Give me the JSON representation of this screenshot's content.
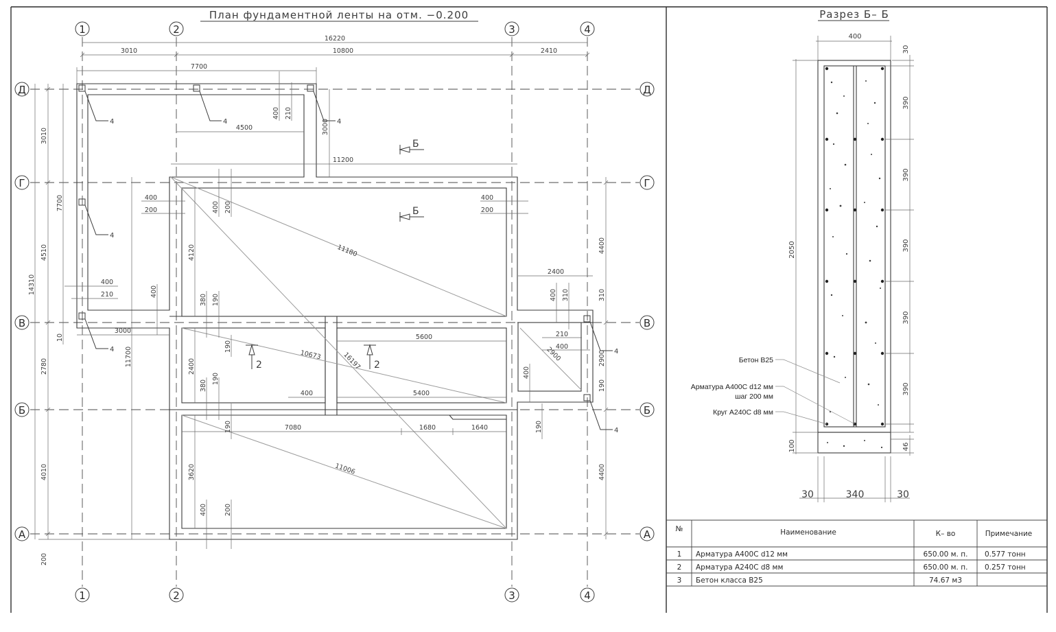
{
  "plan": {
    "title": "План фундаментной ленты на отм. −0.200",
    "axes_vertical": [
      "1",
      "2",
      "3",
      "4"
    ],
    "axes_horizontal": [
      "Д",
      "Г",
      "В",
      "Б",
      "А"
    ],
    "top_dims": {
      "overall": "16220",
      "d12": "3010",
      "d23": "10800",
      "d34": "2410",
      "d_7700": "7700"
    },
    "left_dims": {
      "d3010": "3010",
      "d7700": "7700",
      "d4510": "4510",
      "d14310": "14310",
      "d10": "10",
      "d2780": "2780",
      "d11700": "11700",
      "d4010": "4010",
      "d200": "200"
    },
    "right_dims": {
      "d4400a": "4400",
      "d310": "310",
      "d2900": "2900",
      "d190": "190",
      "d4400b": "4400"
    },
    "inner_dims": {
      "d4500": "4500",
      "d11200": "11200",
      "d3000a": "3000",
      "d400a": "400",
      "d210a": "210",
      "d400b": "400",
      "d200b": "200",
      "d400c": "400",
      "d200c": "200",
      "d400d": "400",
      "d200d": "200",
      "d11180": "11180",
      "d4120": "4120",
      "d2400a": "2400",
      "d400e": "400",
      "d310b": "310",
      "d400f": "400",
      "d210f": "210",
      "d400g": "400",
      "d3000b": "3000",
      "d380a": "380",
      "d190a": "190",
      "d5600": "5600",
      "d210h": "210",
      "d400h": "400",
      "d2900d": "2900",
      "d10673": "10673",
      "d16197": "16197",
      "d2400b": "2400",
      "d190b": "190",
      "d400i": "400",
      "d5400": "5400",
      "d400j": "400",
      "d380b": "380",
      "d190c": "190",
      "d190d": "190",
      "d7080": "7080",
      "d1680": "1680",
      "d1640": "1640",
      "d190e": "190",
      "d11006": "11006",
      "d3620": "3620",
      "d400k": "400",
      "d200k": "200"
    },
    "section_marks": {
      "b": "Б",
      "two": "2"
    },
    "callout": "4"
  },
  "section": {
    "title": "Разрез Б– Б",
    "dims": {
      "width": "400",
      "h30": "30",
      "h390": "390",
      "h2050": "2050",
      "h100": "100",
      "h46": "46",
      "b30l": "30",
      "b340": "340",
      "b30r": "30"
    },
    "labels": {
      "concrete": "Бетон В25",
      "rebar1": "Арматура А400С d12 мм",
      "rebar2": "шаг 200 мм",
      "round": "Круг А240С d8 мм"
    }
  },
  "table": {
    "headers": [
      "№",
      "Наименование",
      "К– во",
      "Примечание"
    ],
    "rows": [
      {
        "n": "1",
        "name": "Арматура А400С d12  мм",
        "qty": "650.00  м. п.",
        "note": "0.577  тонн"
      },
      {
        "n": "2",
        "name": "Арматура А240С d8  мм",
        "qty": "650.00  м. п.",
        "note": "0.257  тонн"
      },
      {
        "n": "3",
        "name": "Бетон  класса  В25",
        "qty": "74.67  м3",
        "note": ""
      }
    ]
  }
}
